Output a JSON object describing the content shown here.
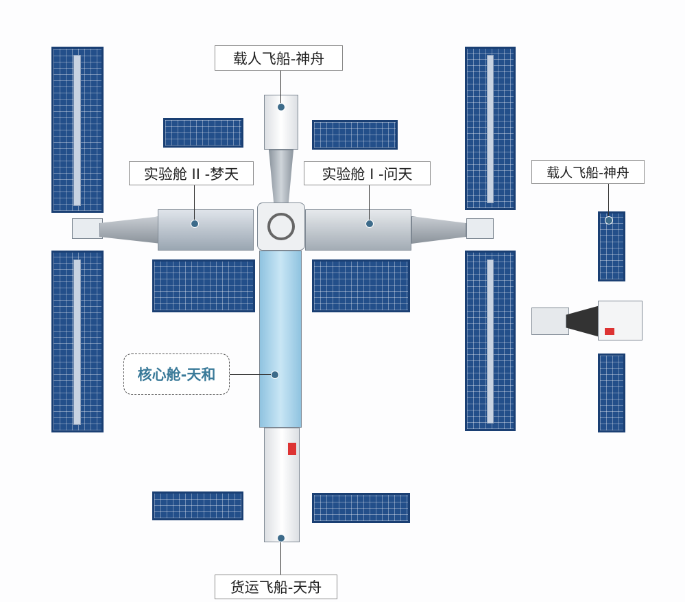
{
  "labels": {
    "shenzhou_top": "载人飞船-神舟",
    "mengtian": "实验舱 II -梦天",
    "wentian": "实验舱 I -问天",
    "shenzhou_right": "载人飞船-神舟",
    "tianhe": "核心舱-天和",
    "tianzhou": "货运飞船-天舟"
  },
  "colors": {
    "panel": "#234f8a",
    "core": "#a9d4ec",
    "tianhe_label": "#3a7a99"
  }
}
